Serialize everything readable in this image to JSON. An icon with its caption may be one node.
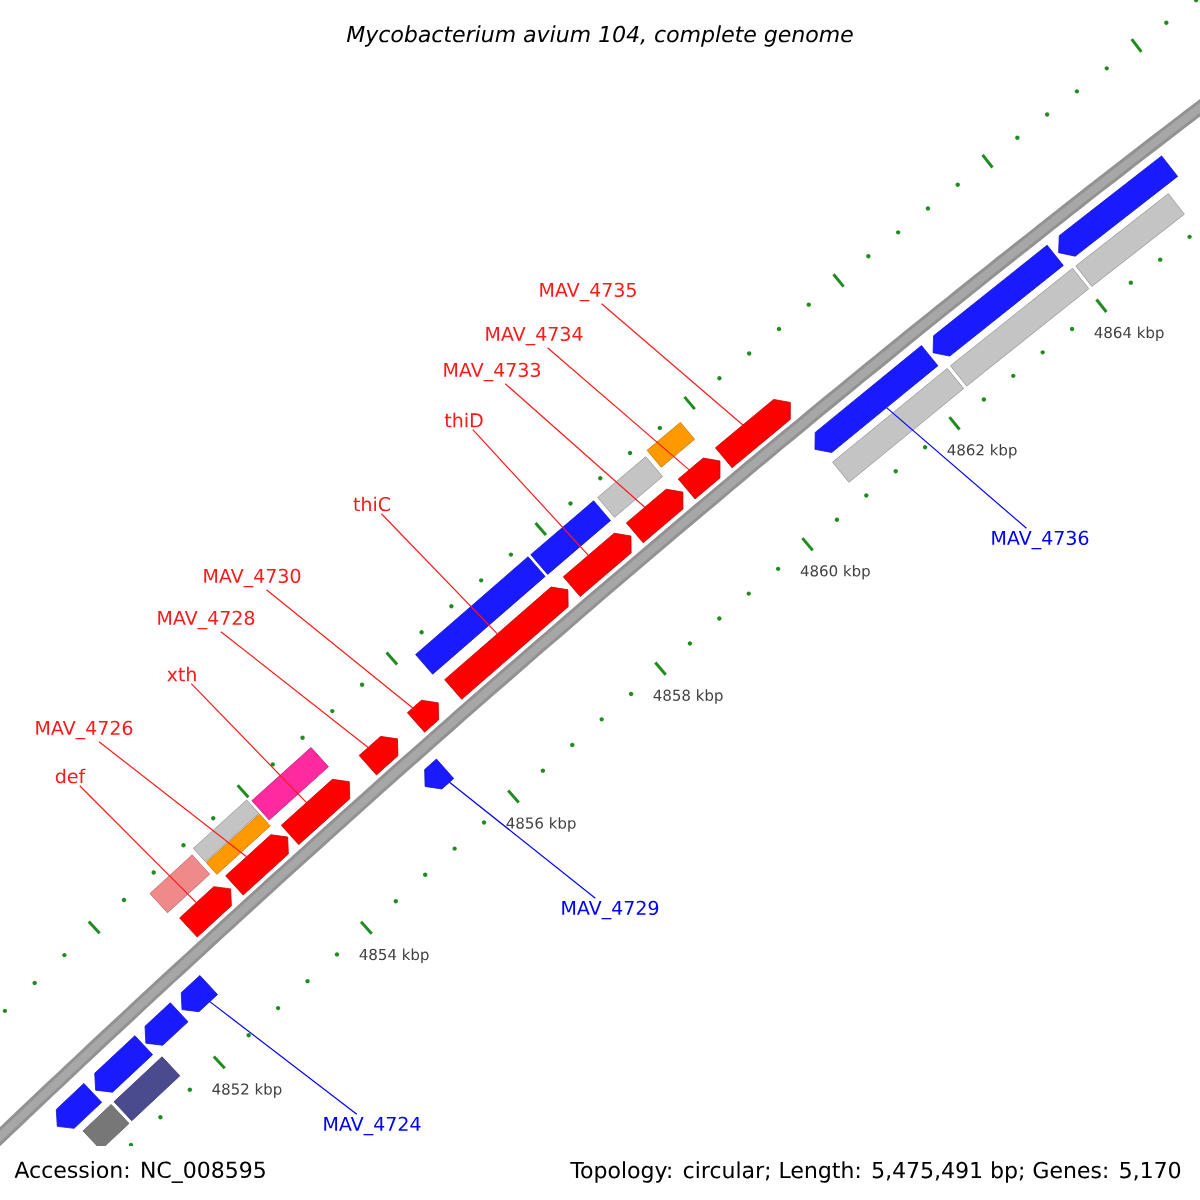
{
  "diagram": {
    "title": "Mycobacterium avium 104, complete genome",
    "nodes": [
      {
        "text": [
          "MAV_4735"
        ]
      },
      {
        "text": [
          "MAV_4734"
        ]
      },
      {
        "text": [
          "MAV_4733"
        ]
      },
      {
        "text": [
          "thiD"
        ]
      },
      {
        "text": [
          "thiC"
        ]
      },
      {
        "text": [
          "MAV_4736"
        ]
      },
      {
        "text": [
          "MAV_4730"
        ]
      },
      {
        "text": [
          "MAV_4728"
        ]
      },
      {
        "text": [
          "xth"
        ]
      },
      {
        "text": [
          "MAV_4726"
        ]
      },
      {
        "text": [
          "def"
        ]
      },
      {
        "text": [
          "MAV_4729"
        ]
      },
      {
        "text": [
          "MAV_4724"
        ]
      },
      {
        "text": [],
        "shape": "pentagon"
      },
      {
        "text": [],
        "shape": "pentagon"
      },
      {
        "text": [],
        "shape": "pentagon"
      },
      {
        "text": [],
        "shape": "pentagon"
      },
      {
        "text": [],
        "shape": "pentagon"
      },
      {
        "text": [],
        "shape": "pentagon"
      },
      {
        "text": [],
        "shape": "pentagon"
      },
      {
        "text": [],
        "shape": "pentagon"
      },
      {
        "text": [],
        "shape": "pentagon"
      },
      {
        "text": [],
        "shape": "pentagon"
      },
      {
        "text": [],
        "shape": "pentagon"
      },
      {
        "text": [],
        "shape": "pentagon"
      },
      {
        "text": [],
        "shape": "pentagon"
      },
      {
        "text": [],
        "shape": "pentagon"
      },
      {
        "text": [],
        "shape": "box"
      },
      {
        "text": [],
        "shape": "pentagon"
      },
      {
        "text": [],
        "shape": "box"
      },
      {
        "text": [],
        "shape": "pentagon"
      },
      {
        "text": [],
        "shape": "box"
      },
      {
        "text": [],
        "shape": "box"
      },
      {
        "text": [],
        "shape": "box"
      },
      {
        "text": [],
        "shape": "box"
      },
      {
        "text": [],
        "shape": "box"
      },
      {
        "text": [],
        "shape": "box"
      },
      {
        "text": [],
        "shape": "box"
      },
      {
        "text": [],
        "shape": "box"
      },
      {
        "text": [],
        "shape": "box"
      },
      {
        "text": [],
        "shape": "pentagon"
      },
      {
        "text": [],
        "shape": "box"
      },
      {
        "text": [],
        "shape": "pentagon"
      },
      {
        "text": [],
        "shape": "box"
      }
    ],
    "edges": [
      {
        "from": 0,
        "to": 13,
        "arrow": "none"
      },
      {
        "from": 1,
        "to": 14,
        "arrow": "none"
      },
      {
        "from": 2,
        "to": 15,
        "arrow": "none"
      },
      {
        "from": 3,
        "to": 16,
        "arrow": "none"
      },
      {
        "from": 4,
        "to": 17,
        "arrow": "none"
      },
      {
        "from": 5,
        "to": 18,
        "arrow": "none",
        "color": "#0000ff"
      },
      {
        "from": 6,
        "to": 19,
        "arrow": "none"
      },
      {
        "from": 7,
        "to": 20,
        "arrow": "none"
      },
      {
        "from": 8,
        "to": 21,
        "arrow": "none"
      },
      {
        "from": 9,
        "to": 22,
        "arrow": "none"
      },
      {
        "from": 10,
        "to": 23,
        "arrow": "none"
      },
      {
        "from": 11,
        "to": 24,
        "arrow": "none",
        "color": "#0000ff"
      },
      {
        "from": 12,
        "to": 25,
        "arrow": "none",
        "color": "#0000ff"
      }
    ],
    "labels": [
      "4864 kbp",
      "4862 kbp",
      "4860 kbp",
      "4858 kbp",
      "4856 kbp",
      "4854 kbp",
      "4852 kbp",
      "Accession: NC_008595",
      "Topology: circular; Length: 5,475,491 bp; Genes: 5,170"
    ]
  }
}
